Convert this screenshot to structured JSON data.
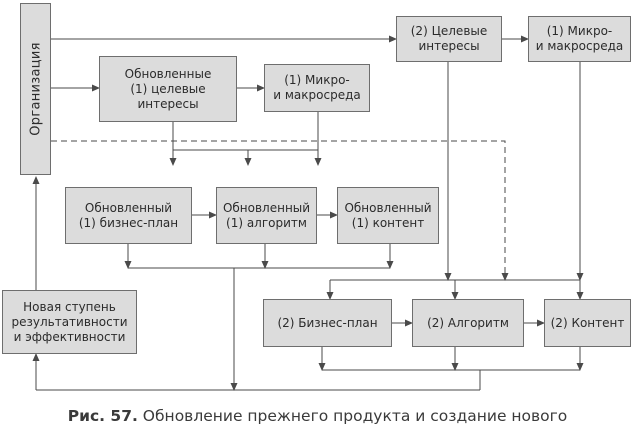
{
  "organization": "Организация",
  "nodes": {
    "upd_targets": "Обновленные\n(1) целевые\nинтересы",
    "upd_env": "(1) Микро-\nи макросреда",
    "upd_plan": "Обновленный\n(1) бизнес-план",
    "upd_algo": "Обновленный\n(1) алгоритм",
    "upd_content": "Обновленный\n(1) контент",
    "new_targets": "(2) Целевые\nинтересы",
    "new_env": "(1) Микро-\nи макросреда",
    "new_plan": "(2) Бизнес-план",
    "new_algo": "(2) Алгоритм",
    "new_content": "(2) Контент",
    "new_level": "Новая ступень\nрезультативности\nи эффективности"
  },
  "caption": {
    "label": "Рис. 57.",
    "text": " Обновление прежнего продукта и создание нового"
  }
}
